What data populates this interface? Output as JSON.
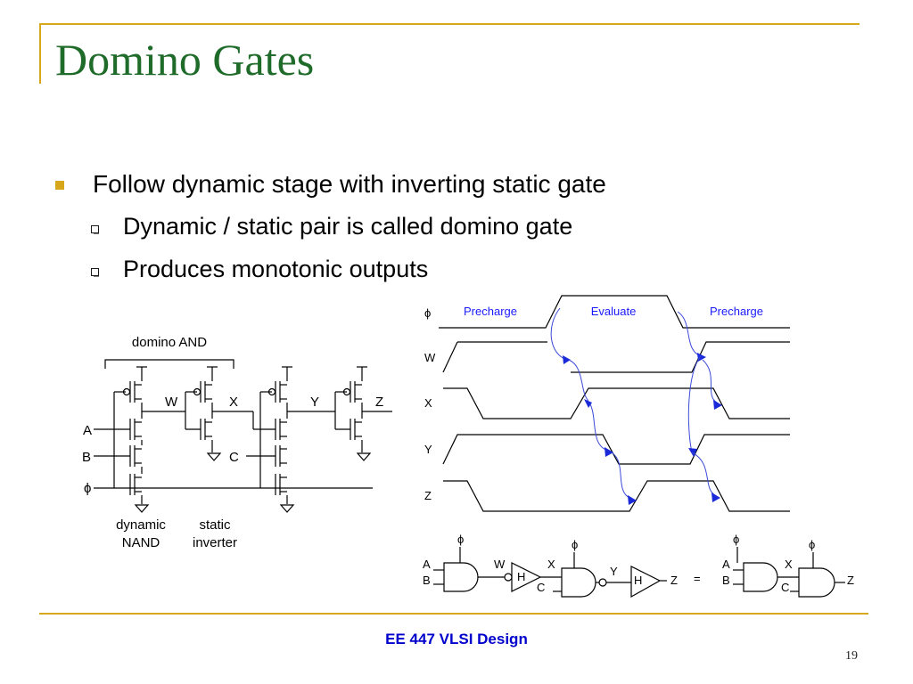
{
  "slide": {
    "title": "Domino Gates",
    "bullets": [
      "Follow dynamic stage with inverting static gate",
      "Dynamic / static pair is called domino gate",
      "Produces monotonic outputs"
    ],
    "footer": "EE 447 VLSI Design",
    "page_number": "19",
    "colors": {
      "title": "#1f6b2a",
      "accent": "#d8a81c",
      "footer": "#0000cc",
      "phase_label": "#1a1aff"
    }
  },
  "schematic": {
    "group_label": "domino AND",
    "inputs": [
      "A",
      "B",
      "ϕ"
    ],
    "nodes": [
      "W",
      "X",
      "Y",
      "Z"
    ],
    "second_input": "C",
    "stage_labels": [
      "dynamic",
      "NAND",
      "static",
      "inverter"
    ]
  },
  "timing": {
    "phases": [
      "Precharge",
      "Evaluate",
      "Precharge"
    ],
    "signals": [
      "ϕ",
      "W",
      "X",
      "Y",
      "Z"
    ]
  },
  "gates": {
    "clock": "ϕ",
    "left_inputs": [
      "A",
      "B"
    ],
    "buffer_label": "H",
    "c_input": "C",
    "nodes": [
      "W",
      "X",
      "Y",
      "Z"
    ],
    "equals": "="
  }
}
